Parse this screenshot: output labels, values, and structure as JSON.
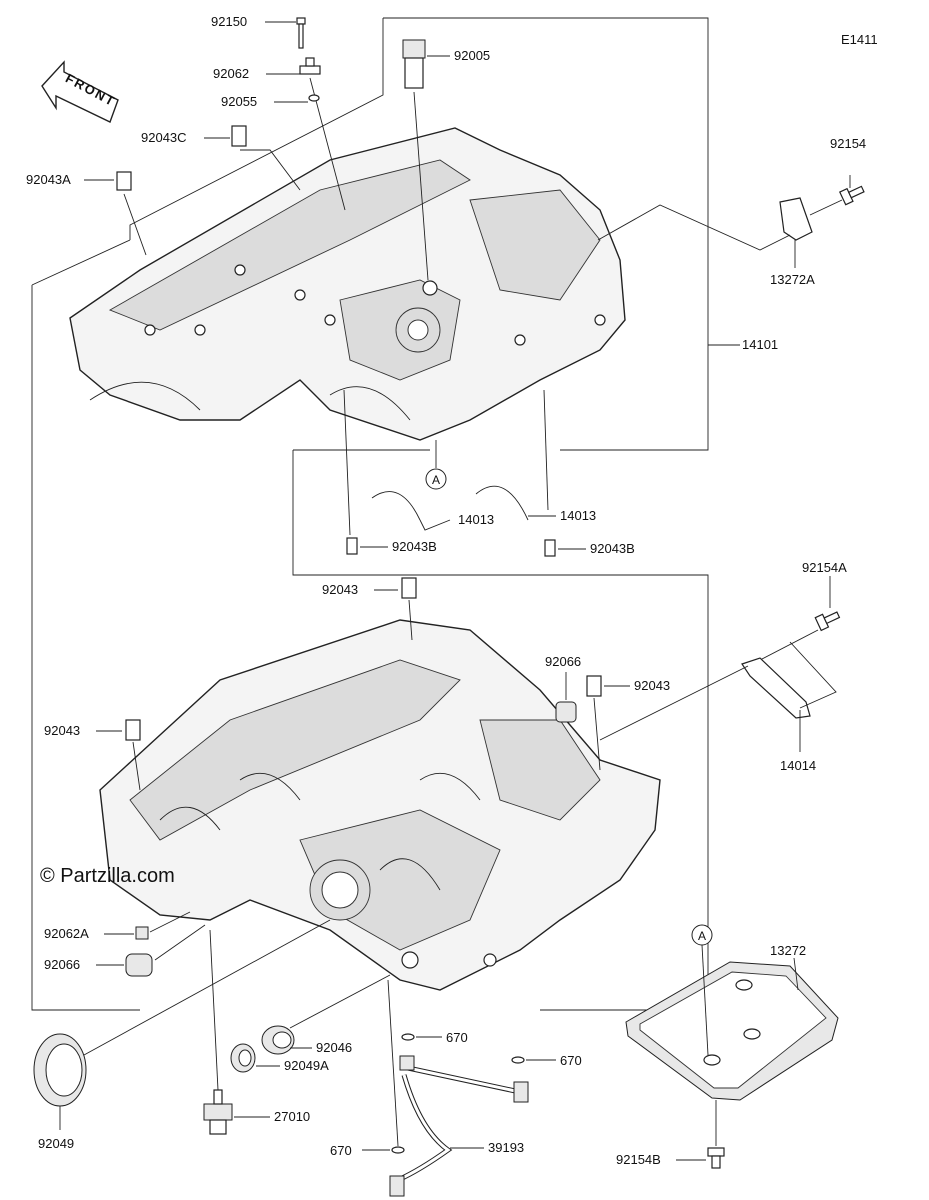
{
  "diagram_code": "E1411",
  "watermark": "© Partzilla.com",
  "front_label": "FRONT",
  "ref_marker": "A",
  "parts": {
    "p92150": "92150",
    "p92062": "92062",
    "p92055": "92055",
    "p92005": "92005",
    "p92043C": "92043C",
    "p92043A": "92043A",
    "p92154": "92154",
    "p13272A": "13272A",
    "p14101": "14101",
    "p14013a": "14013",
    "p14013b": "14013",
    "p92043Ba": "92043B",
    "p92043Bb": "92043B",
    "p92043top": "92043",
    "p92066top": "92066",
    "p92043right": "92043",
    "p92043left": "92043",
    "p92154A": "92154A",
    "p14014": "14014",
    "p92062A": "92062A",
    "p92066bot": "92066",
    "p13272": "13272",
    "p670a": "670",
    "p670b": "670",
    "p670c": "670",
    "p92046": "92046",
    "p92049A": "92049A",
    "p92049": "92049",
    "p27010": "27010",
    "p39193": "39193",
    "p92154B": "92154B"
  }
}
